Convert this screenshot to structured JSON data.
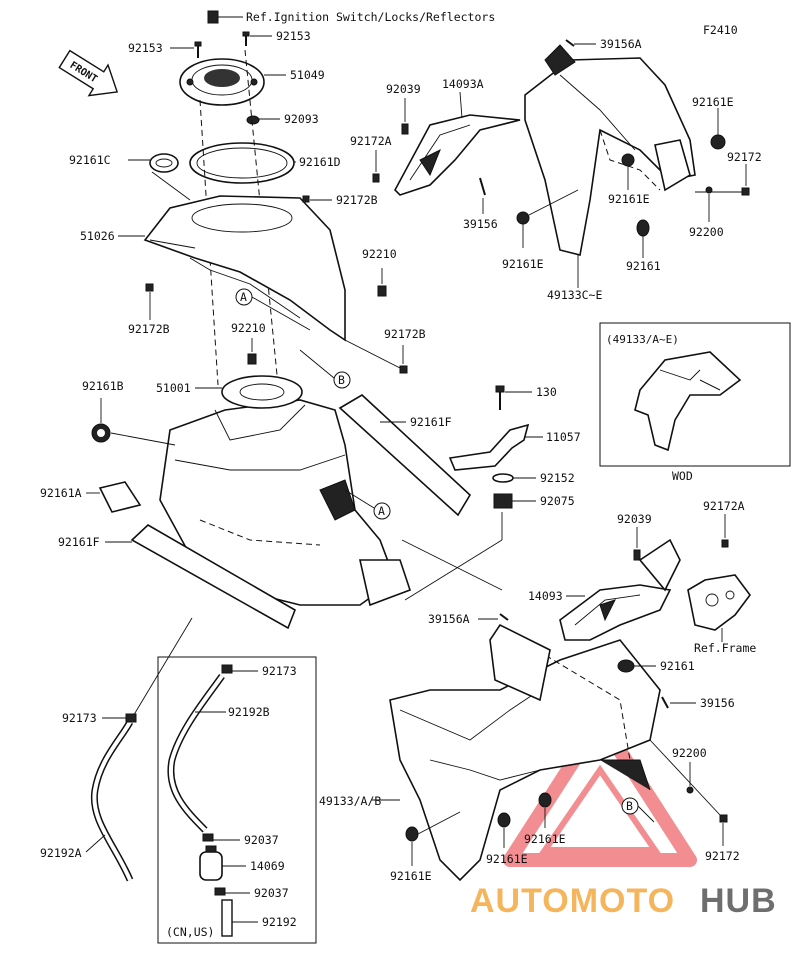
{
  "figure_code": "F2410",
  "front_arrow_label": "FRONT",
  "top_ref": "Ref.Ignition Switch/Locks/Reflectors",
  "frame_ref": "Ref.Frame",
  "callouts": {
    "c92153a": "92153",
    "c92153b": "92153",
    "c51049": "51049",
    "c92093": "92093",
    "c92161C": "92161C",
    "c92161D": "92161D",
    "c92172B_1": "92172B",
    "c51026": "51026",
    "c92210_1": "92210",
    "c92172B_2": "92172B",
    "c92210_2": "92210",
    "c92172B_3": "92172B",
    "c51001": "51001",
    "c92161B": "92161B",
    "c92161F_1": "92161F",
    "c92161A": "92161A",
    "c92161F_2": "92161F",
    "c92173_1": "92173",
    "c92173_2": "92173",
    "c92192B": "92192B",
    "c92037_1": "92037",
    "c14069": "14069",
    "c92037_2": "92037",
    "c92192": "92192",
    "c92192A": "92192A",
    "c39156A_1": "39156A",
    "c92039_1": "92039",
    "c14093A": "14093A",
    "c92161E_1": "92161E",
    "c92172A_1": "92172A",
    "c92172_1": "92172",
    "c39156_1": "39156",
    "c92161E_2": "92161E",
    "c92161E_3": "92161E",
    "c92200_1": "92200",
    "c92161_1": "92161",
    "c49133CE": "49133C~E",
    "c130": "130",
    "c11057": "11057",
    "c92152": "92152",
    "c92075": "92075",
    "c92039_2": "92039",
    "c92172A_2": "92172A",
    "c14093": "14093",
    "c39156A_2": "39156A",
    "c92161_2": "92161",
    "c39156_2": "39156",
    "c92200_2": "92200",
    "c49133AB": "49133/A/B",
    "c92161E_4": "92161E",
    "c92161E_5": "92161E",
    "c92161E_6": "92161E",
    "c92172_2": "92172"
  },
  "markers": {
    "a1": "A",
    "a2": "A",
    "b1": "B",
    "b2": "B"
  },
  "variant_box": {
    "title": "(49133/A~E)",
    "caption": "WOD"
  },
  "region_box": {
    "label": "(CN,US)"
  },
  "watermark": {
    "part1": "AUTOMOTO",
    "part2": "HUB",
    "color1": "#f4a940",
    "color2": "#555555",
    "triangle_color": "#e8333a"
  }
}
